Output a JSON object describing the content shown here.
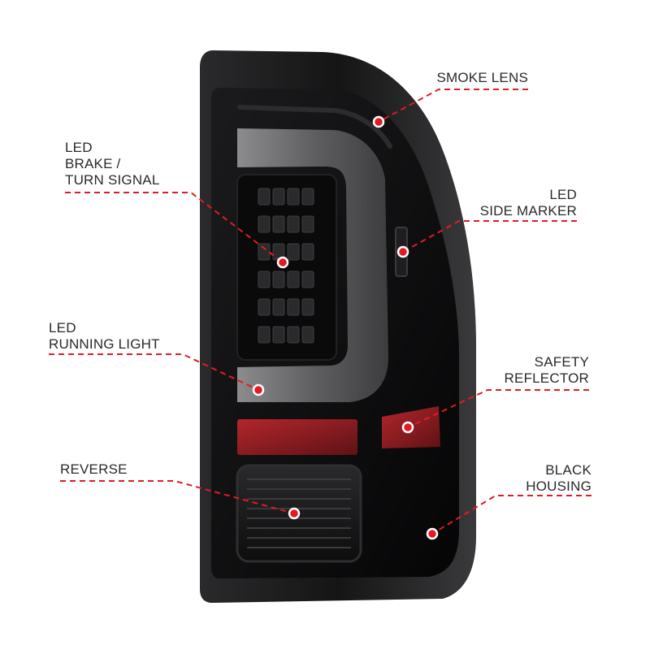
{
  "colors": {
    "callout": "#e21b23",
    "housing": "#0b0b0c",
    "lens_smoke": "#4a4a4c",
    "reflector_red": "#9a1f24",
    "label_text": "#2a2a2a"
  },
  "callouts": [
    {
      "key": "smoke_lens",
      "lines": [
        "SMOKE LENS"
      ]
    },
    {
      "key": "brake_turn",
      "lines": [
        "LED",
        "BRAKE /",
        "TURN SIGNAL"
      ]
    },
    {
      "key": "side_marker",
      "lines": [
        "LED",
        "SIDE MARKER"
      ]
    },
    {
      "key": "running_light",
      "lines": [
        "LED",
        "RUNNING LIGHT"
      ]
    },
    {
      "key": "safety_reflector",
      "lines": [
        "SAFETY",
        "REFLECTOR"
      ]
    },
    {
      "key": "reverse",
      "lines": [
        "REVERSE"
      ]
    },
    {
      "key": "black_housing",
      "lines": [
        "BLACK",
        "HOUSING"
      ]
    }
  ]
}
